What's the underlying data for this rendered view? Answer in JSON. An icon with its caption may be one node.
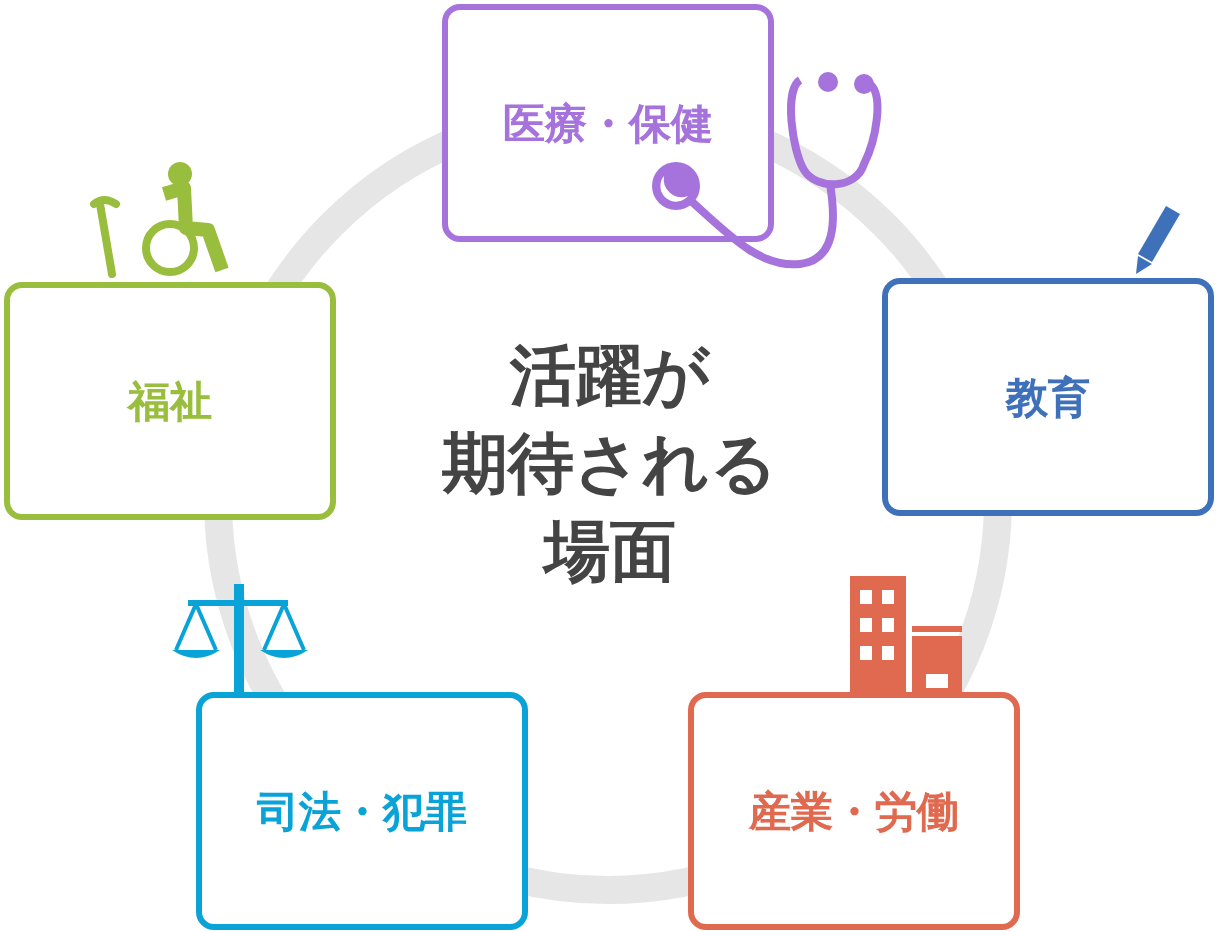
{
  "diagram": {
    "title": "活躍が期待される場面",
    "nodes": [
      {
        "text": [
          "医療・保健"
        ]
      },
      {
        "text": [
          "福祉"
        ]
      },
      {
        "text": [
          "教育"
        ]
      },
      {
        "text": [
          "司法・犯罪"
        ]
      },
      {
        "text": [
          "産業・労働"
        ]
      }
    ]
  }
}
